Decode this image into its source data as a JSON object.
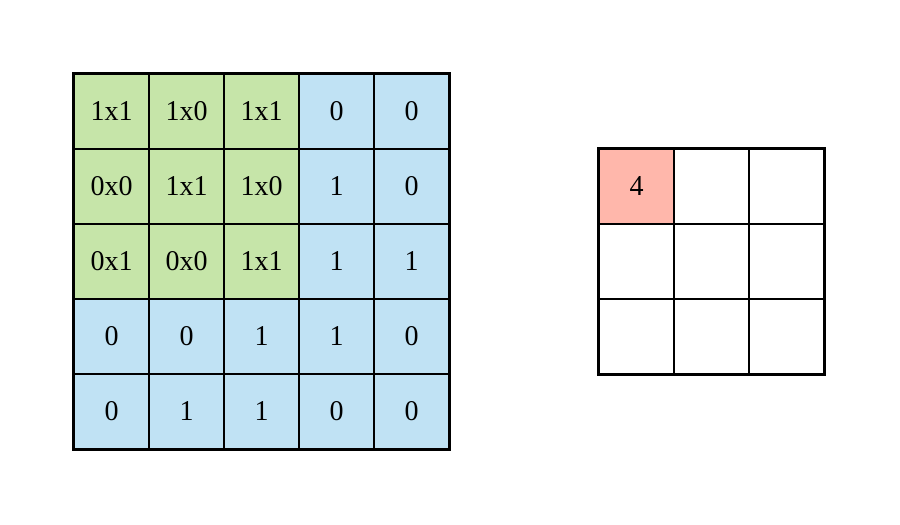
{
  "diagram": {
    "title": "convolution-operation-illustration"
  },
  "colors": {
    "green": "#c6e5a9",
    "blue": "#c0e2f4",
    "pink": "#ffb7ab",
    "white": "#ffffff",
    "grid_border": "#000000",
    "background": "#ffffff",
    "text": "#000000"
  },
  "input_matrix": {
    "rows": 5,
    "cols": 5,
    "cells": [
      [
        "1x1",
        "1x0",
        "1x1",
        "0",
        "0"
      ],
      [
        "0x0",
        "1x1",
        "1x0",
        "1",
        "0"
      ],
      [
        "0x1",
        "0x0",
        "1x1",
        "1",
        "1"
      ],
      [
        "0",
        "0",
        "1",
        "1",
        "0"
      ],
      [
        "0",
        "1",
        "1",
        "0",
        "0"
      ]
    ],
    "cell_fill": [
      [
        "green",
        "green",
        "green",
        "blue",
        "blue"
      ],
      [
        "green",
        "green",
        "green",
        "blue",
        "blue"
      ],
      [
        "green",
        "green",
        "green",
        "blue",
        "blue"
      ],
      [
        "blue",
        "blue",
        "blue",
        "blue",
        "blue"
      ],
      [
        "blue",
        "blue",
        "blue",
        "blue",
        "blue"
      ]
    ]
  },
  "output_matrix": {
    "rows": 3,
    "cols": 3,
    "cells": [
      [
        "4",
        "",
        ""
      ],
      [
        "",
        "",
        ""
      ],
      [
        "",
        "",
        ""
      ]
    ],
    "cell_fill": [
      [
        "pink",
        "white",
        "white"
      ],
      [
        "white",
        "white",
        "white"
      ],
      [
        "white",
        "white",
        "white"
      ]
    ]
  }
}
